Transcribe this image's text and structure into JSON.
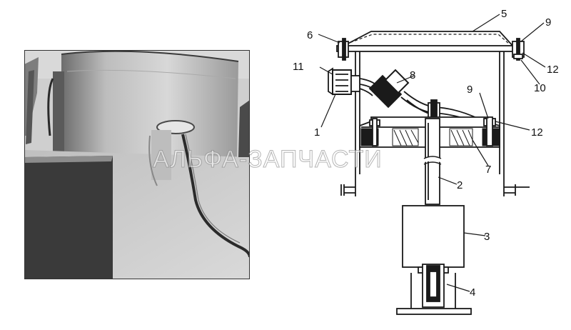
{
  "watermark": "АЛЬФА-ЗАПЧАСТИ",
  "callouts": {
    "c1": "1",
    "c2": "2",
    "c3": "3",
    "c4": "4",
    "c5": "5",
    "c6": "6",
    "c7": "7",
    "c8": "8",
    "c9a": "9",
    "c9b": "9",
    "c10": "10",
    "c11": "11",
    "c12a": "12",
    "c12b": "12"
  }
}
